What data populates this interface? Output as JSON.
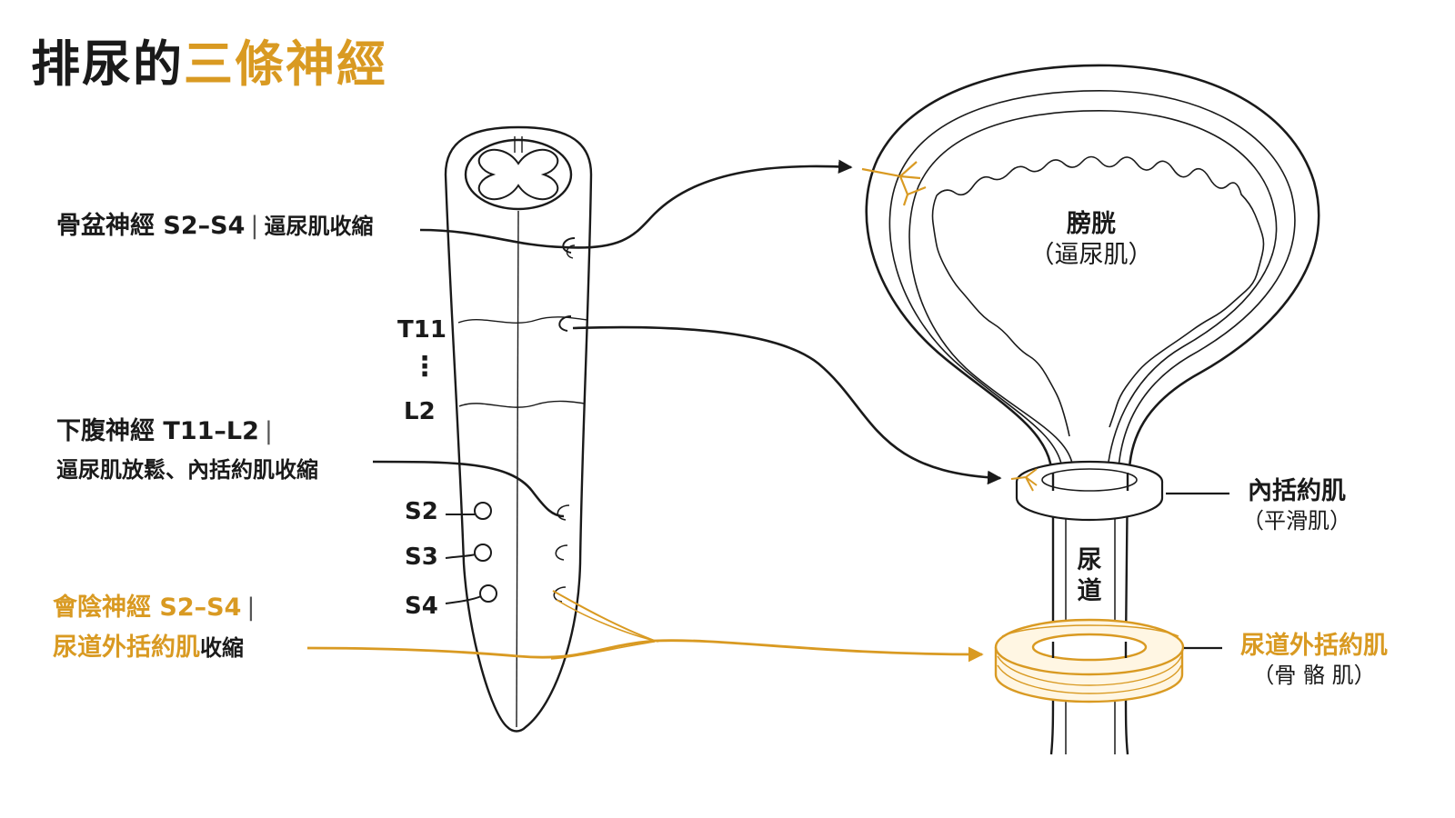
{
  "title": {
    "part1": "排尿的",
    "part2": "三條神經"
  },
  "labels": {
    "pelvic_nerve": "骨盆神經 S2–S4",
    "pelvic_effect": "逼尿肌收縮",
    "hypogastric_nerve": "下腹神經 T11–L2",
    "hypogastric_effect": "逼尿肌放鬆、內括約肌收縮",
    "pudendal_nerve": "會陰神經 S2–S4",
    "pudendal_effect_orange": "尿道外括約肌",
    "pudendal_effect_dark": "收縮",
    "bladder_name": "膀胱",
    "bladder_muscle": "（逼尿肌）",
    "internal_sphincter": "內括約肌",
    "internal_sphincter_type": "（平滑肌）",
    "urethra_1": "尿",
    "urethra_2": "道",
    "external_sphincter": "尿道外括約肌",
    "external_sphincter_type": "（骨 骼 肌）"
  },
  "segments": {
    "t11": "T11",
    "dots": "⋮",
    "l2": "L2",
    "s2": "S2",
    "s3": "S3",
    "s4": "S4"
  },
  "colors": {
    "accent": "#d99a22",
    "ink": "#1a1a1a"
  }
}
